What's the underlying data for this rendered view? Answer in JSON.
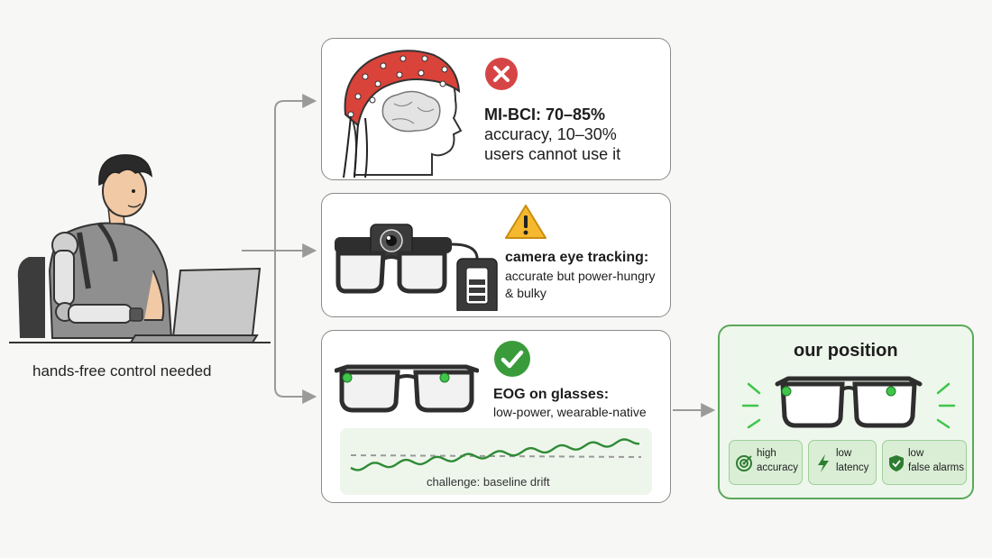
{
  "left": {
    "caption": "hands-free control needed"
  },
  "approaches": [
    {
      "id": "mi-bci",
      "status_icon": "x-circle-icon",
      "status_color": "#d64545",
      "line1": "MI-BCI: 70–85%",
      "line2": "accuracy, 10–30%",
      "line3": "users cannot use it"
    },
    {
      "id": "camera",
      "status_icon": "warning-triangle-icon",
      "status_color": "#e3a51e",
      "heading": "camera eye tracking:",
      "line2": "accurate but power-hungry",
      "line3": "& bulky"
    },
    {
      "id": "eog",
      "status_icon": "check-circle-icon",
      "status_color": "#3a9b3a",
      "heading": "EOG on glasses:",
      "line2": "low-power, wearable-native",
      "challenge": "challenge: baseline drift"
    }
  ],
  "position": {
    "title": "our position",
    "chips": [
      {
        "icon": "target-icon",
        "line1": "high",
        "line2": "accuracy"
      },
      {
        "icon": "lightning-icon",
        "line1": "low",
        "line2": "latency"
      },
      {
        "icon": "shield-icon",
        "line1": "low",
        "line2": "false alarms"
      }
    ]
  },
  "colors": {
    "arrow": "#9a9a9a",
    "green": "#3e9a3e",
    "eeg_cap": "#d9433a"
  }
}
